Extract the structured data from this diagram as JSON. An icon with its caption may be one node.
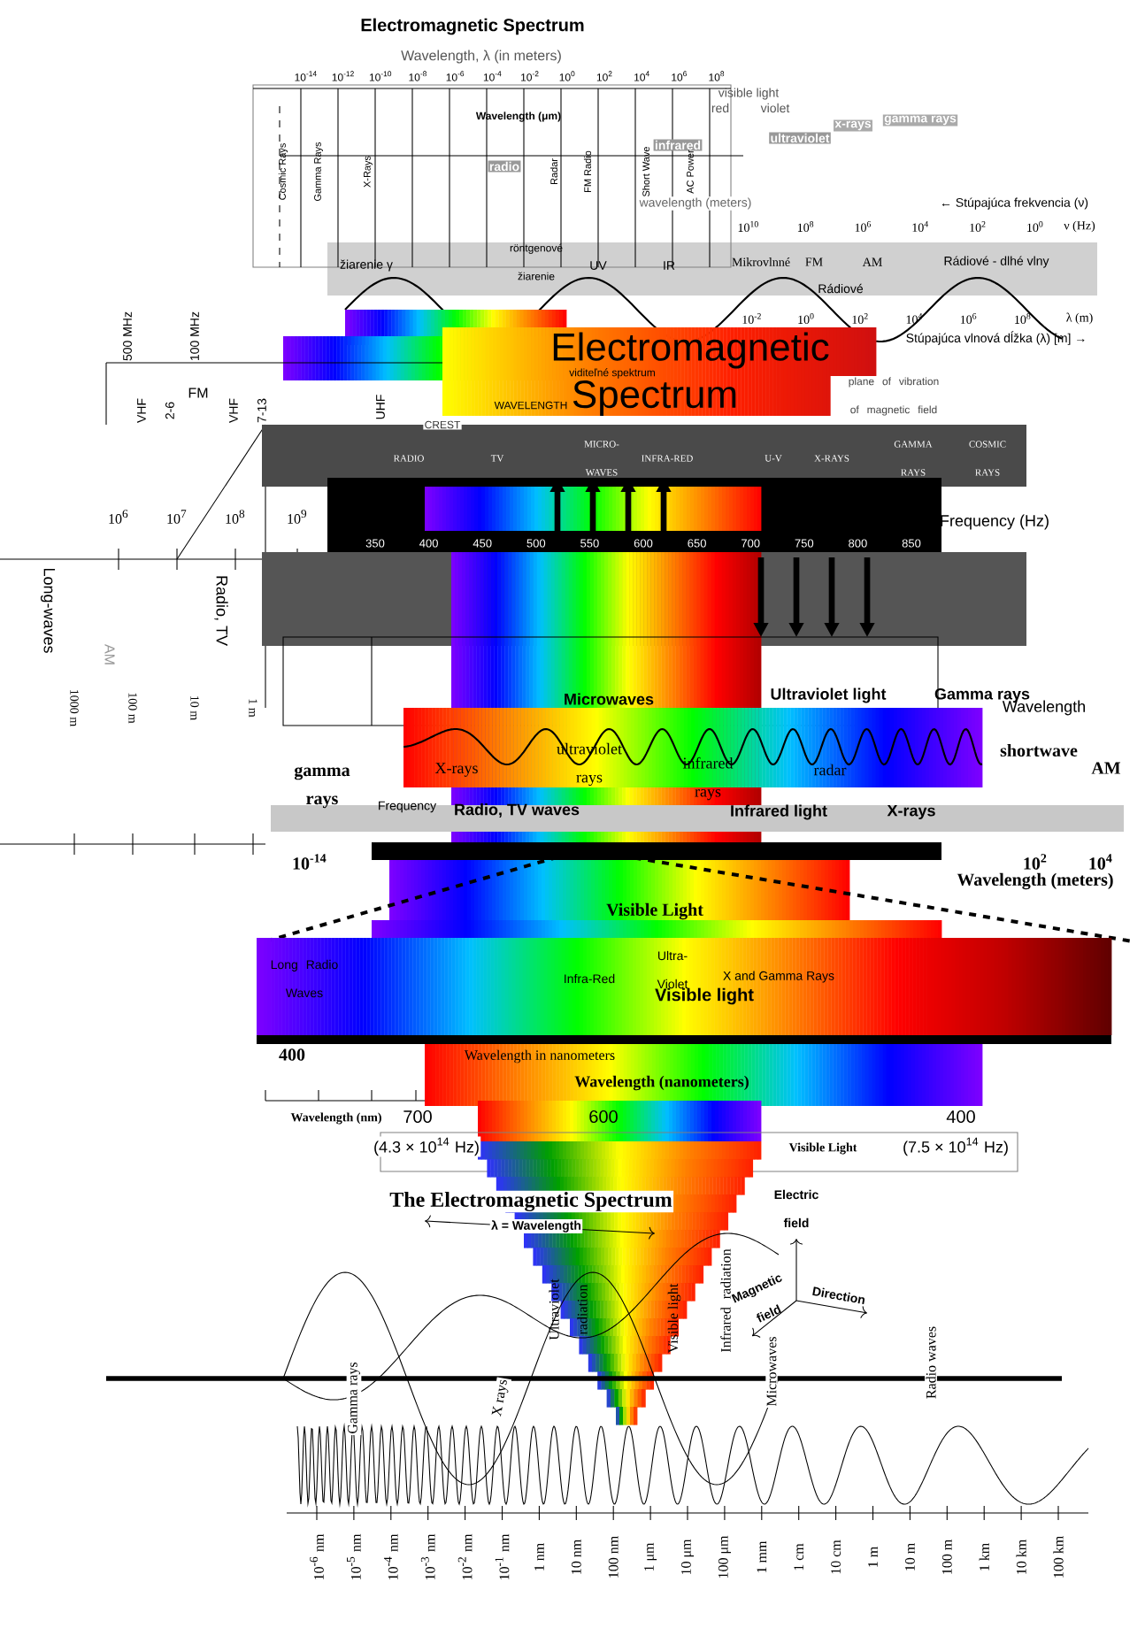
{
  "diagram": {
    "labels": [
      "Electromagnetic Spectrum",
      "Wavelength, λ (in meters)",
      "Wavelength (μm)",
      "visible light",
      "red",
      "violet",
      "infrared",
      "ultraviolet",
      "x-rays",
      "gamma rays",
      "radio",
      "Cosmic Rays",
      "Gamma Rays",
      "X-Rays",
      "Radar",
      "FM Radio",
      "Short Wave",
      "AC Power",
      "wavelength (meters)",
      "← Stúpajúca frekvencia (ν)",
      "ν (Hz)",
      "žiarenie γ",
      "röntgenové žiarenie",
      "UV",
      "IR",
      "Mikrovlnné",
      "FM",
      "AM",
      "Rádiové - dlhé vlny",
      "Rádiové",
      "λ (m)",
      "Stúpajúca vlnová dĺžka (λ) [m] →",
      "500 MHz",
      "100 MHz",
      "Electromagnetic",
      "Spectrum",
      "viditeľné spektrum",
      "plane of vibration of magnetic field",
      "FM",
      "VHF 2-6",
      "VHF 7-13",
      "UHF",
      "WAVELENGTH",
      "CREST",
      "RADIO",
      "TV",
      "MICRO-WAVES",
      "INFRA-RED",
      "U-V",
      "X-RAYS",
      "GAMMA RAYS",
      "COSMIC RAYS",
      "Frequency (Hz)",
      "350",
      "400",
      "450",
      "500",
      "550",
      "600",
      "650",
      "700",
      "750",
      "800",
      "850",
      "10$^{6}$",
      "10$^{7}$",
      "10$^{8}$",
      "10$^{9}$",
      "Long-waves",
      "Radio, TV",
      "AM",
      "1000 m",
      "100 m",
      "10 m",
      "1 m",
      "Microwaves",
      "Ultraviolet light",
      "Gamma rays",
      "Wavelength",
      "X-rays",
      "ultraviolet rays",
      "infrared rays",
      "radar",
      "shortwave",
      "AM",
      "gamma rays",
      "Frequency",
      "Radio, TV waves",
      "Infrared light",
      "X-rays",
      "10$^{-14}$",
      "10$^{2}$",
      "10$^{4}$",
      "Wavelength (meters)",
      "Visible Light",
      "Long Radio Waves",
      "Infra-Red",
      "Ultra-Violet",
      "X and Gamma Rays",
      "Visible light",
      "400",
      "Wavelength in nanometers",
      "Wavelength (nanometers)",
      "Wavelength (nm)",
      "700",
      "600",
      "400",
      "(4.3 × 10$^{14}$ Hz)",
      "Visible Light",
      "(7.5 × 10$^{14}$ Hz)",
      "The Electromagnetic Spectrum",
      "λ = Wavelength",
      "Electric field",
      "Magnetic field",
      "Direction",
      "Gamma rays",
      "X rays",
      "Ultraviolet radiation",
      "Visible light",
      "Infrared radiation",
      "Microwaves",
      "Radio waves",
      "10$^{-6}$ nm",
      "10$^{-5}$ nm",
      "10$^{-4}$ nm",
      "10$^{-3}$ nm",
      "10$^{-2}$ nm",
      "10$^{-1}$ nm",
      "1 nm",
      "10 nm",
      "100 nm",
      "1 μm",
      "10 μm",
      "100 μm",
      "1 mm",
      "1 cm",
      "10 cm",
      "1 m",
      "10 m",
      "100 m",
      "1 km",
      "10 km",
      "100 km",
      "10$^{-14}$",
      "10$^{-12}$",
      "10$^{-10}$",
      "10$^{-8}$",
      "10$^{-6}$",
      "10$^{-4}$",
      "10$^{-2}$",
      "10$^{0}$",
      "10$^{2}$",
      "10$^{4}$",
      "10$^{6}$",
      "10$^{8}$",
      "10$^{10}$",
      "10$^{8}$",
      "10$^{6}$",
      "10$^{4}$",
      "10$^{2}$",
      "10$^{0}$",
      "10$^{-2}$",
      "10$^{0}$",
      "10$^{2}$",
      "10$^{4}$",
      "10$^{6}$",
      "10$^{8}$"
    ]
  }
}
